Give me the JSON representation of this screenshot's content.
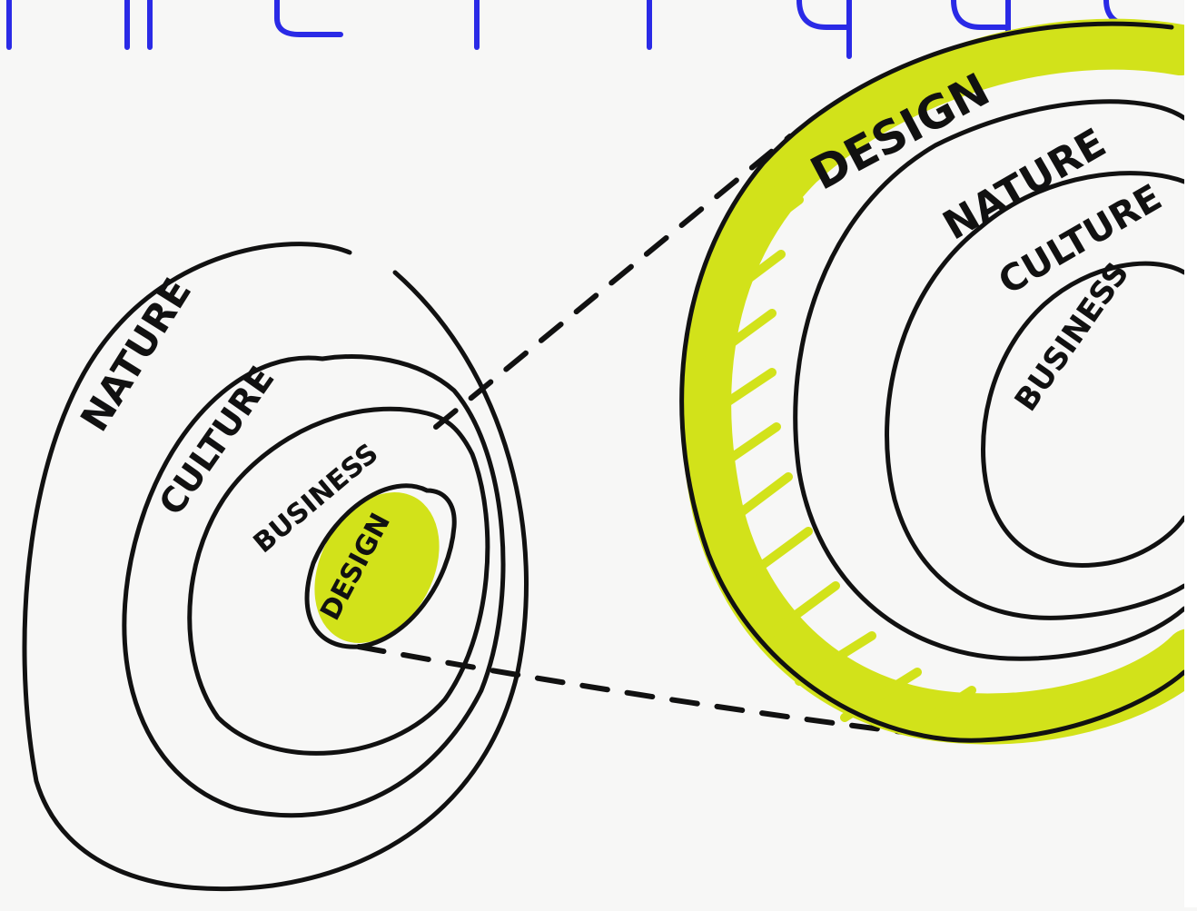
{
  "colors": {
    "ink": "#111111",
    "highlight": "#d2e21a",
    "header_fragment": "#2a2ae6",
    "paper": "#f7f7f6"
  },
  "left_diagram": {
    "rings": [
      {
        "label": "NATURE"
      },
      {
        "label": "CULTURE"
      },
      {
        "label": "BUSINESS"
      },
      {
        "label": "DESIGN",
        "highlighted": true
      }
    ]
  },
  "right_diagram": {
    "rings": [
      {
        "label": "DESIGN",
        "highlighted": true
      },
      {
        "label": "NATURE"
      },
      {
        "label": "CULTURE"
      },
      {
        "label": "BUSINESS"
      }
    ]
  }
}
